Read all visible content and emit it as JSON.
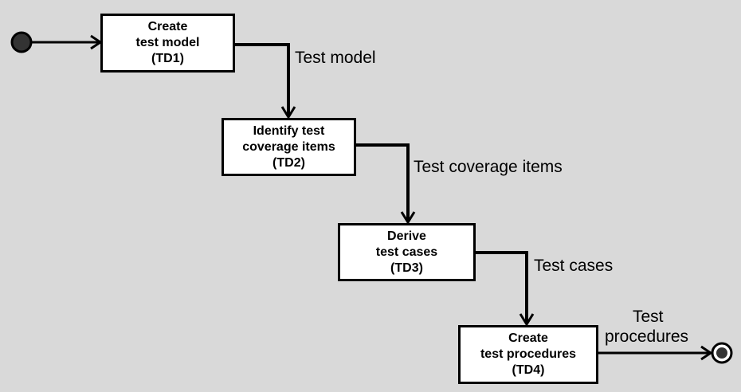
{
  "colors": {
    "background": "#d9d9d9",
    "box_fill": "#ffffff",
    "stroke": "#000000",
    "start_node_fill": "#333333",
    "end_node_inner": "#333333"
  },
  "activities": [
    {
      "line1": "Create",
      "line2": "test model",
      "line3": "(TD1)"
    },
    {
      "line1": "Identify test",
      "line2": "coverage items",
      "line3": "(TD2)"
    },
    {
      "line1": "Derive",
      "line2": "test cases",
      "line3": "(TD3)"
    },
    {
      "line1": "Create",
      "line2": "test procedures",
      "line3": "(TD4)"
    }
  ],
  "flows": {
    "test_model": "Test model",
    "test_coverage_items": "Test coverage items",
    "test_cases": "Test cases",
    "test_procedures_line1": "Test",
    "test_procedures_line2": "procedures"
  }
}
